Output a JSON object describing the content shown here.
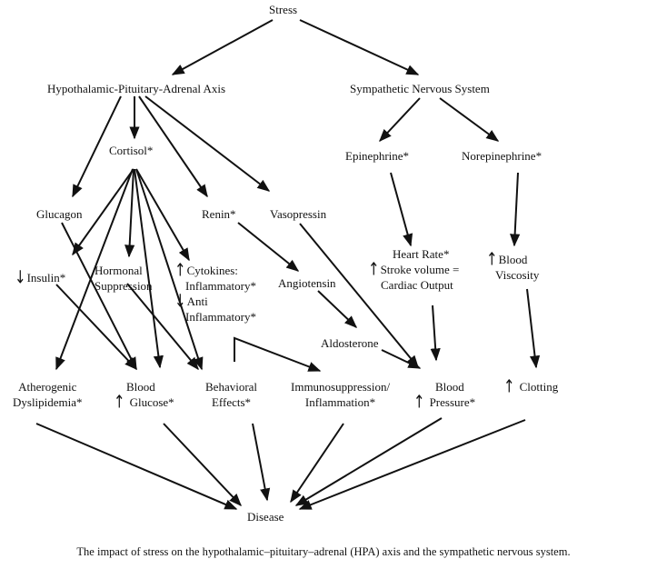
{
  "nodes": {
    "stress": "Stress",
    "hpa": "Hypothalamic-Pituitary-Adrenal Axis",
    "sns": "Sympathetic Nervous System",
    "cortisol": "Cortisol*",
    "epinephrine": "Epinephrine*",
    "norepinephrine": "Norepinephrine*",
    "glucagon": "Glucagon",
    "renin": "Renin*",
    "vasopressin": "Vasopressin",
    "insulin": "Insulin*",
    "hormonal_1": "Hormonal",
    "hormonal_2": "Suppression",
    "cytokines_1": "Cytokines:",
    "cytokines_2": "Inflammatory*",
    "cytokines_3": "Anti",
    "cytokines_4": "Inflammatory*",
    "angiotensin": "Angiotensin",
    "aldosterone": "Aldosterone",
    "cardiac_1": "Heart Rate*",
    "cardiac_2": "Stroke volume =",
    "cardiac_3": "Cardiac Output",
    "viscosity_1": "Blood",
    "viscosity_2": "Viscosity",
    "dyslipidemia_1": "Atherogenic",
    "dyslipidemia_2": "Dyslipidemia*",
    "glucose_1": "Blood",
    "glucose_2": "Glucose*",
    "behavioral_1": "Behavioral",
    "behavioral_2": "Effects*",
    "immuno_1": "Immunosuppression/",
    "immuno_2": "Inflammation*",
    "pressure_1": "Blood",
    "pressure_2": "Pressure*",
    "clotting": "Clotting",
    "disease": "Disease"
  },
  "symbols": {
    "up": "↑",
    "down": "↓"
  },
  "caption": "The impact of stress on the hypothalamic–pituitary–adrenal (HPA) axis and the sympathetic nervous system."
}
